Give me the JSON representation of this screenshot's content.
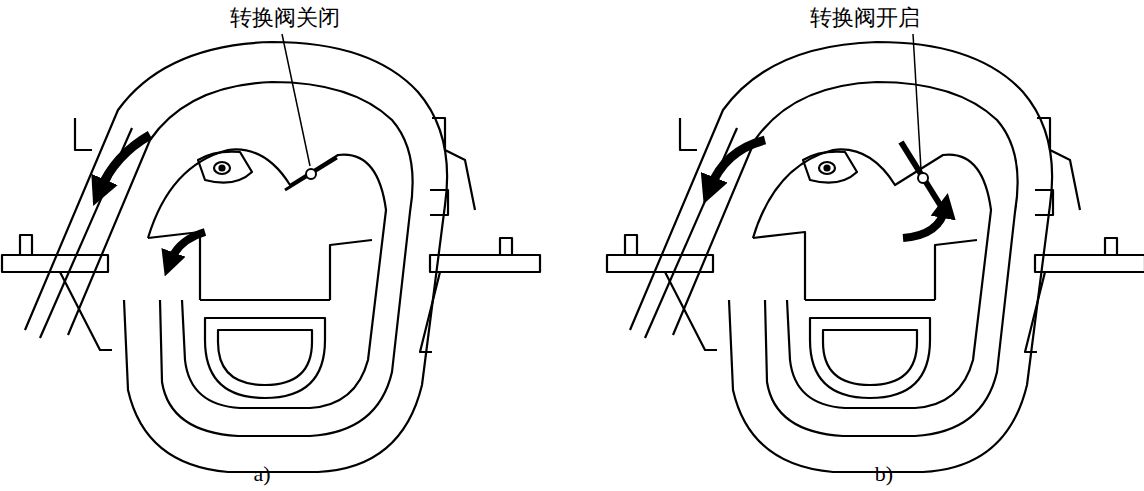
{
  "diagram": {
    "labels": [
      "转换阀关闭",
      "转换阀开启",
      "a)",
      "b)"
    ]
  }
}
